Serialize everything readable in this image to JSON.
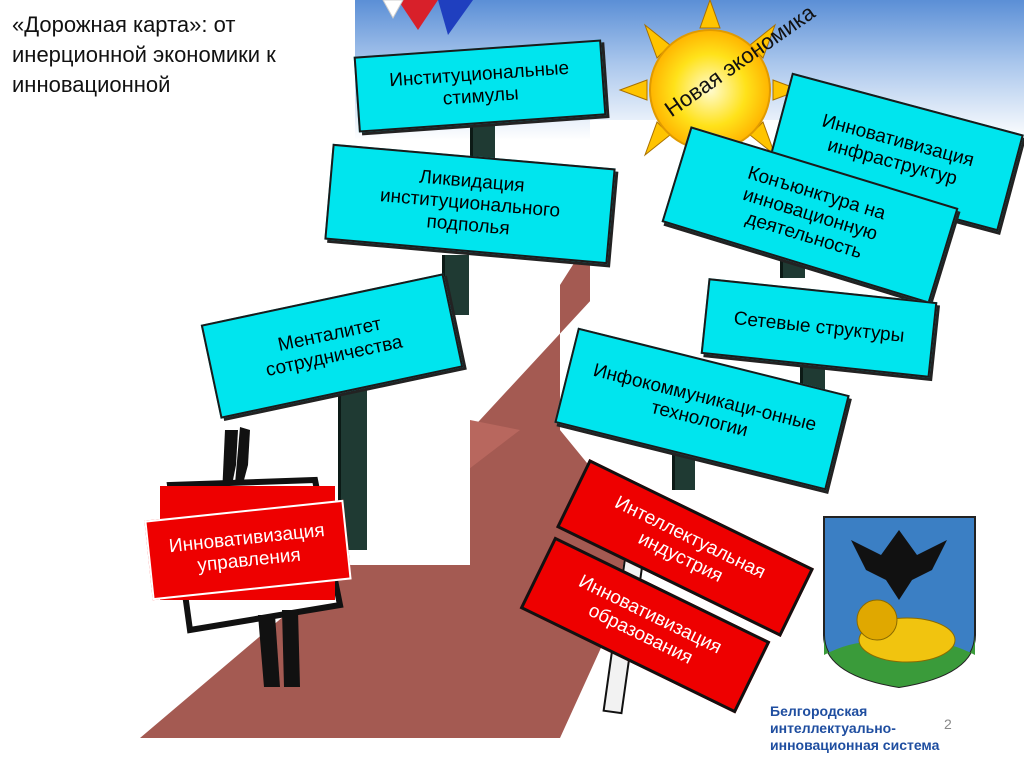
{
  "title": "«Дорожная карта»: от инерционной экономики к инновационной",
  "sun_label": "Новая экономика",
  "signs": {
    "s1": "Институциональные стимулы",
    "s2": "Ликвидация институционального подполья",
    "s3": "Менталитет сотрудничества",
    "s4": "Инновативизация инфраструктур",
    "s5": "Конъюнктура на инновационную деятельность",
    "s6": "Сетевые структуры",
    "s7": "Инфокоммуникаци-онные технологии"
  },
  "red_signs": {
    "r1": "Инновативизация управления",
    "r2": "Интеллектуальная индустрия",
    "r3": "Инновативизация образования"
  },
  "footer": {
    "line1": "Белгородская",
    "line2": "интеллектуально-",
    "line3": "инновационная система"
  },
  "page_number": "2",
  "colors": {
    "sign": "#00e5ee",
    "red": "#ee0000",
    "road": "#a45a52",
    "shield": "#3b7fc4"
  }
}
